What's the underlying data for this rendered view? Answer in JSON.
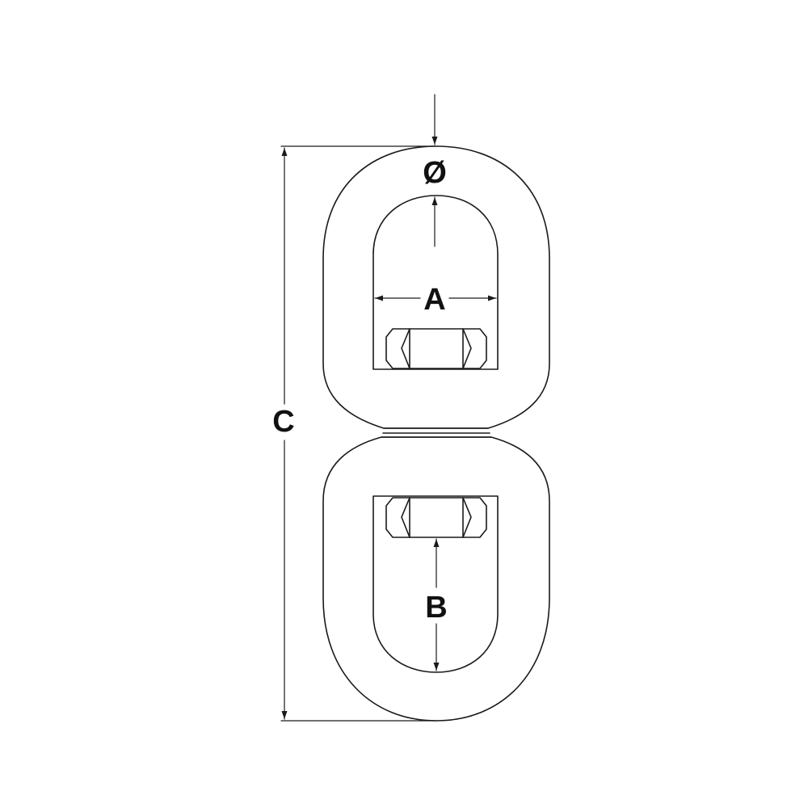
{
  "diagram": {
    "labels": {
      "diameter": "Ø",
      "inner_width": "A",
      "inner_length": "B",
      "overall_length": "C"
    },
    "colors": {
      "line": "#1a1a1a",
      "background": "#ffffff",
      "text": "#111111"
    }
  }
}
